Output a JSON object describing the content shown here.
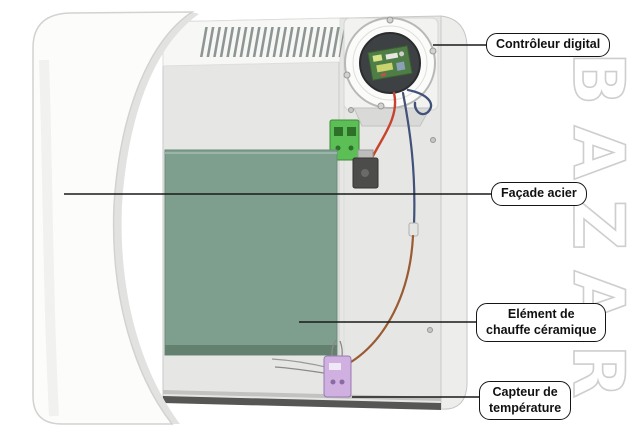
{
  "watermark": "BAZAR",
  "labels": {
    "controller": [
      "Contrôleur digital"
    ],
    "facade": [
      "Façade acier"
    ],
    "element": [
      "Elément de",
      "chauffe céramique"
    ],
    "sensor": [
      "Capteur de",
      "température"
    ]
  },
  "colors": {
    "heating_element": "#7e9e8e",
    "heating_element_shadow": "#64816f",
    "pcb": "#4f7d46",
    "terminal_block": "#5cbf55",
    "sensor": "#cfb0e0",
    "wire_red": "#c8432e",
    "wire_blue": "#41517a",
    "wire_brown": "#9a5b33"
  }
}
